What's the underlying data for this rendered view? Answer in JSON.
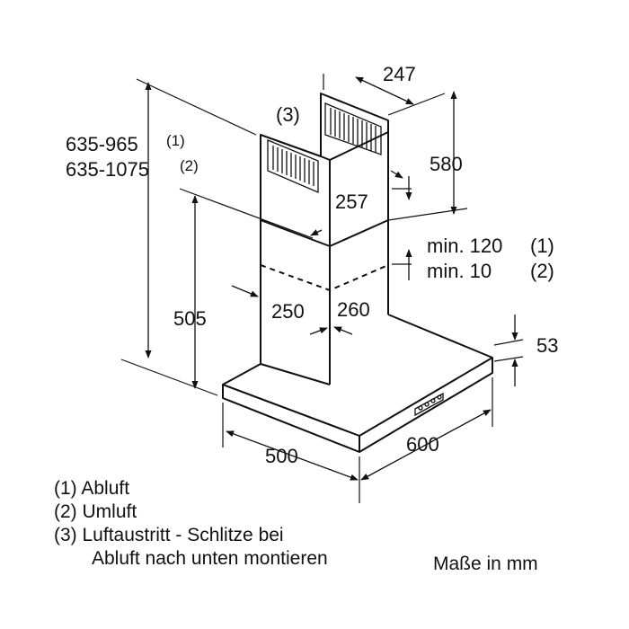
{
  "diagram": {
    "labels": {
      "overall_height_1": "635-965",
      "overall_height_1_note": "(1)",
      "overall_height_2": "635-1075",
      "overall_height_2_note": "(2)",
      "chimney_width_top": "247",
      "chimney_outlet_ref": "(3)",
      "upper_chimney_height": "580",
      "upper_chimney_depth": "257",
      "overlap_1": "min. 120",
      "overlap_1_note": "(1)",
      "overlap_2": "min. 10",
      "overlap_2_note": "(2)",
      "lower_chimney_width": "250",
      "lower_chimney_depth": "260",
      "canopy_to_chimney_height": "505",
      "canopy_thickness": "53",
      "canopy_depth": "500",
      "canopy_width": "600"
    },
    "legend": [
      "(1) Abluft",
      "(2) Umluft",
      "(3) Luftaustritt - Schlitze bei",
      "Abluft nach unten montieren"
    ],
    "units_note": "Maße in mm"
  }
}
